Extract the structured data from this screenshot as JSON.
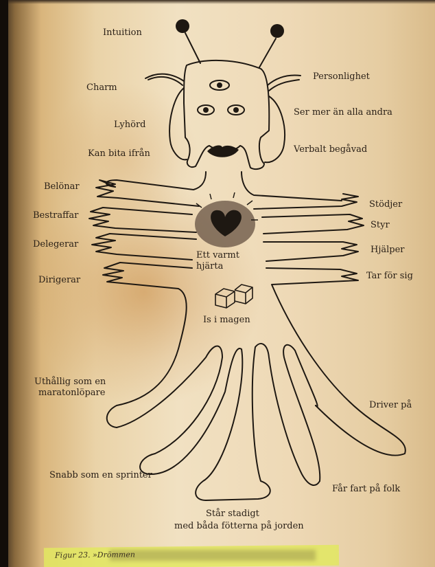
{
  "page": {
    "corner_text": "",
    "caption": "Figur 23. »Drömmen"
  },
  "labels": {
    "intuition": "Intuition",
    "charm": "Charm",
    "lyhord": "Lyhörd",
    "kan_bita_ifran": "Kan bita ifrån",
    "personlighet": "Personlighet",
    "ser_mer": "Ser mer än alla andra",
    "verbalt_begavad": "Verbalt begåvad",
    "belonar": "Belönar",
    "bestraffar": "Bestraffar",
    "delegerar": "Delegerar",
    "dirigerar": "Dirigerar",
    "stodjer": "Stödjer",
    "styr": "Styr",
    "hjalper": "Hjälper",
    "tar_for_sig": "Tar för sig",
    "ett_varmt": "Ett varmt",
    "hjarta": "hjärta",
    "is_i_magen": "Is i magen",
    "uthallig_1": "Uthållig som en",
    "uthallig_2": "maratonlöpare",
    "driver_pa": "Driver på",
    "snabb": "Snabb som en sprinter",
    "far_fart": "Får fart på folk",
    "star_stadigt_1": "Står stadigt",
    "star_stadigt_2": "med båda fötterna på jorden"
  },
  "colors": {
    "ink": "#1e1812",
    "paper": "#efdcbb",
    "highlight": "#e2e860"
  }
}
